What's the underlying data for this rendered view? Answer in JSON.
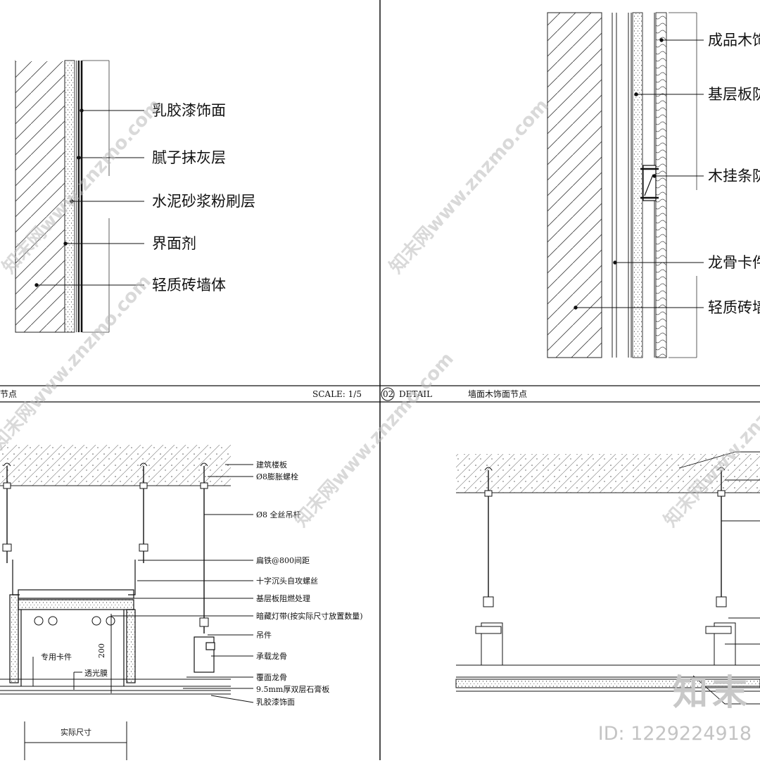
{
  "panel1": {
    "labels": [
      "乳胶漆饰面",
      "腻子抹灰层",
      "水泥砂浆粉刷层",
      "界面剂",
      "轻质砖墙体"
    ],
    "title_fragment": "节点",
    "scale": "SCALE: 1/5"
  },
  "panel2": {
    "labels": [
      "成品木饰",
      "基层板防",
      "木挂条防",
      "龙骨卡件",
      "轻质砖墙"
    ],
    "number": "02",
    "detail": "DETAIL",
    "title": "墙面木饰面节点"
  },
  "panel3": {
    "labels": [
      "建筑楼板",
      "Ø8膨胀螺栓",
      "Ø8 全丝吊杆",
      "扁铁@800间距",
      "十字沉头自攻螺丝",
      "基层板阻燃处理",
      "暗藏灯带(按实际尺寸放置数量)",
      "吊件",
      "承载龙骨",
      "覆面龙骨",
      "9.5mm厚双层石膏板",
      "乳胶漆饰面"
    ],
    "inner_labels": [
      "专用卡件",
      "透光膜",
      "实际尺寸"
    ],
    "dim_200": "200"
  },
  "watermark": {
    "brand": "知末",
    "id": "ID: 1229224918",
    "diagonal": "知末网www.znzmo.com"
  }
}
